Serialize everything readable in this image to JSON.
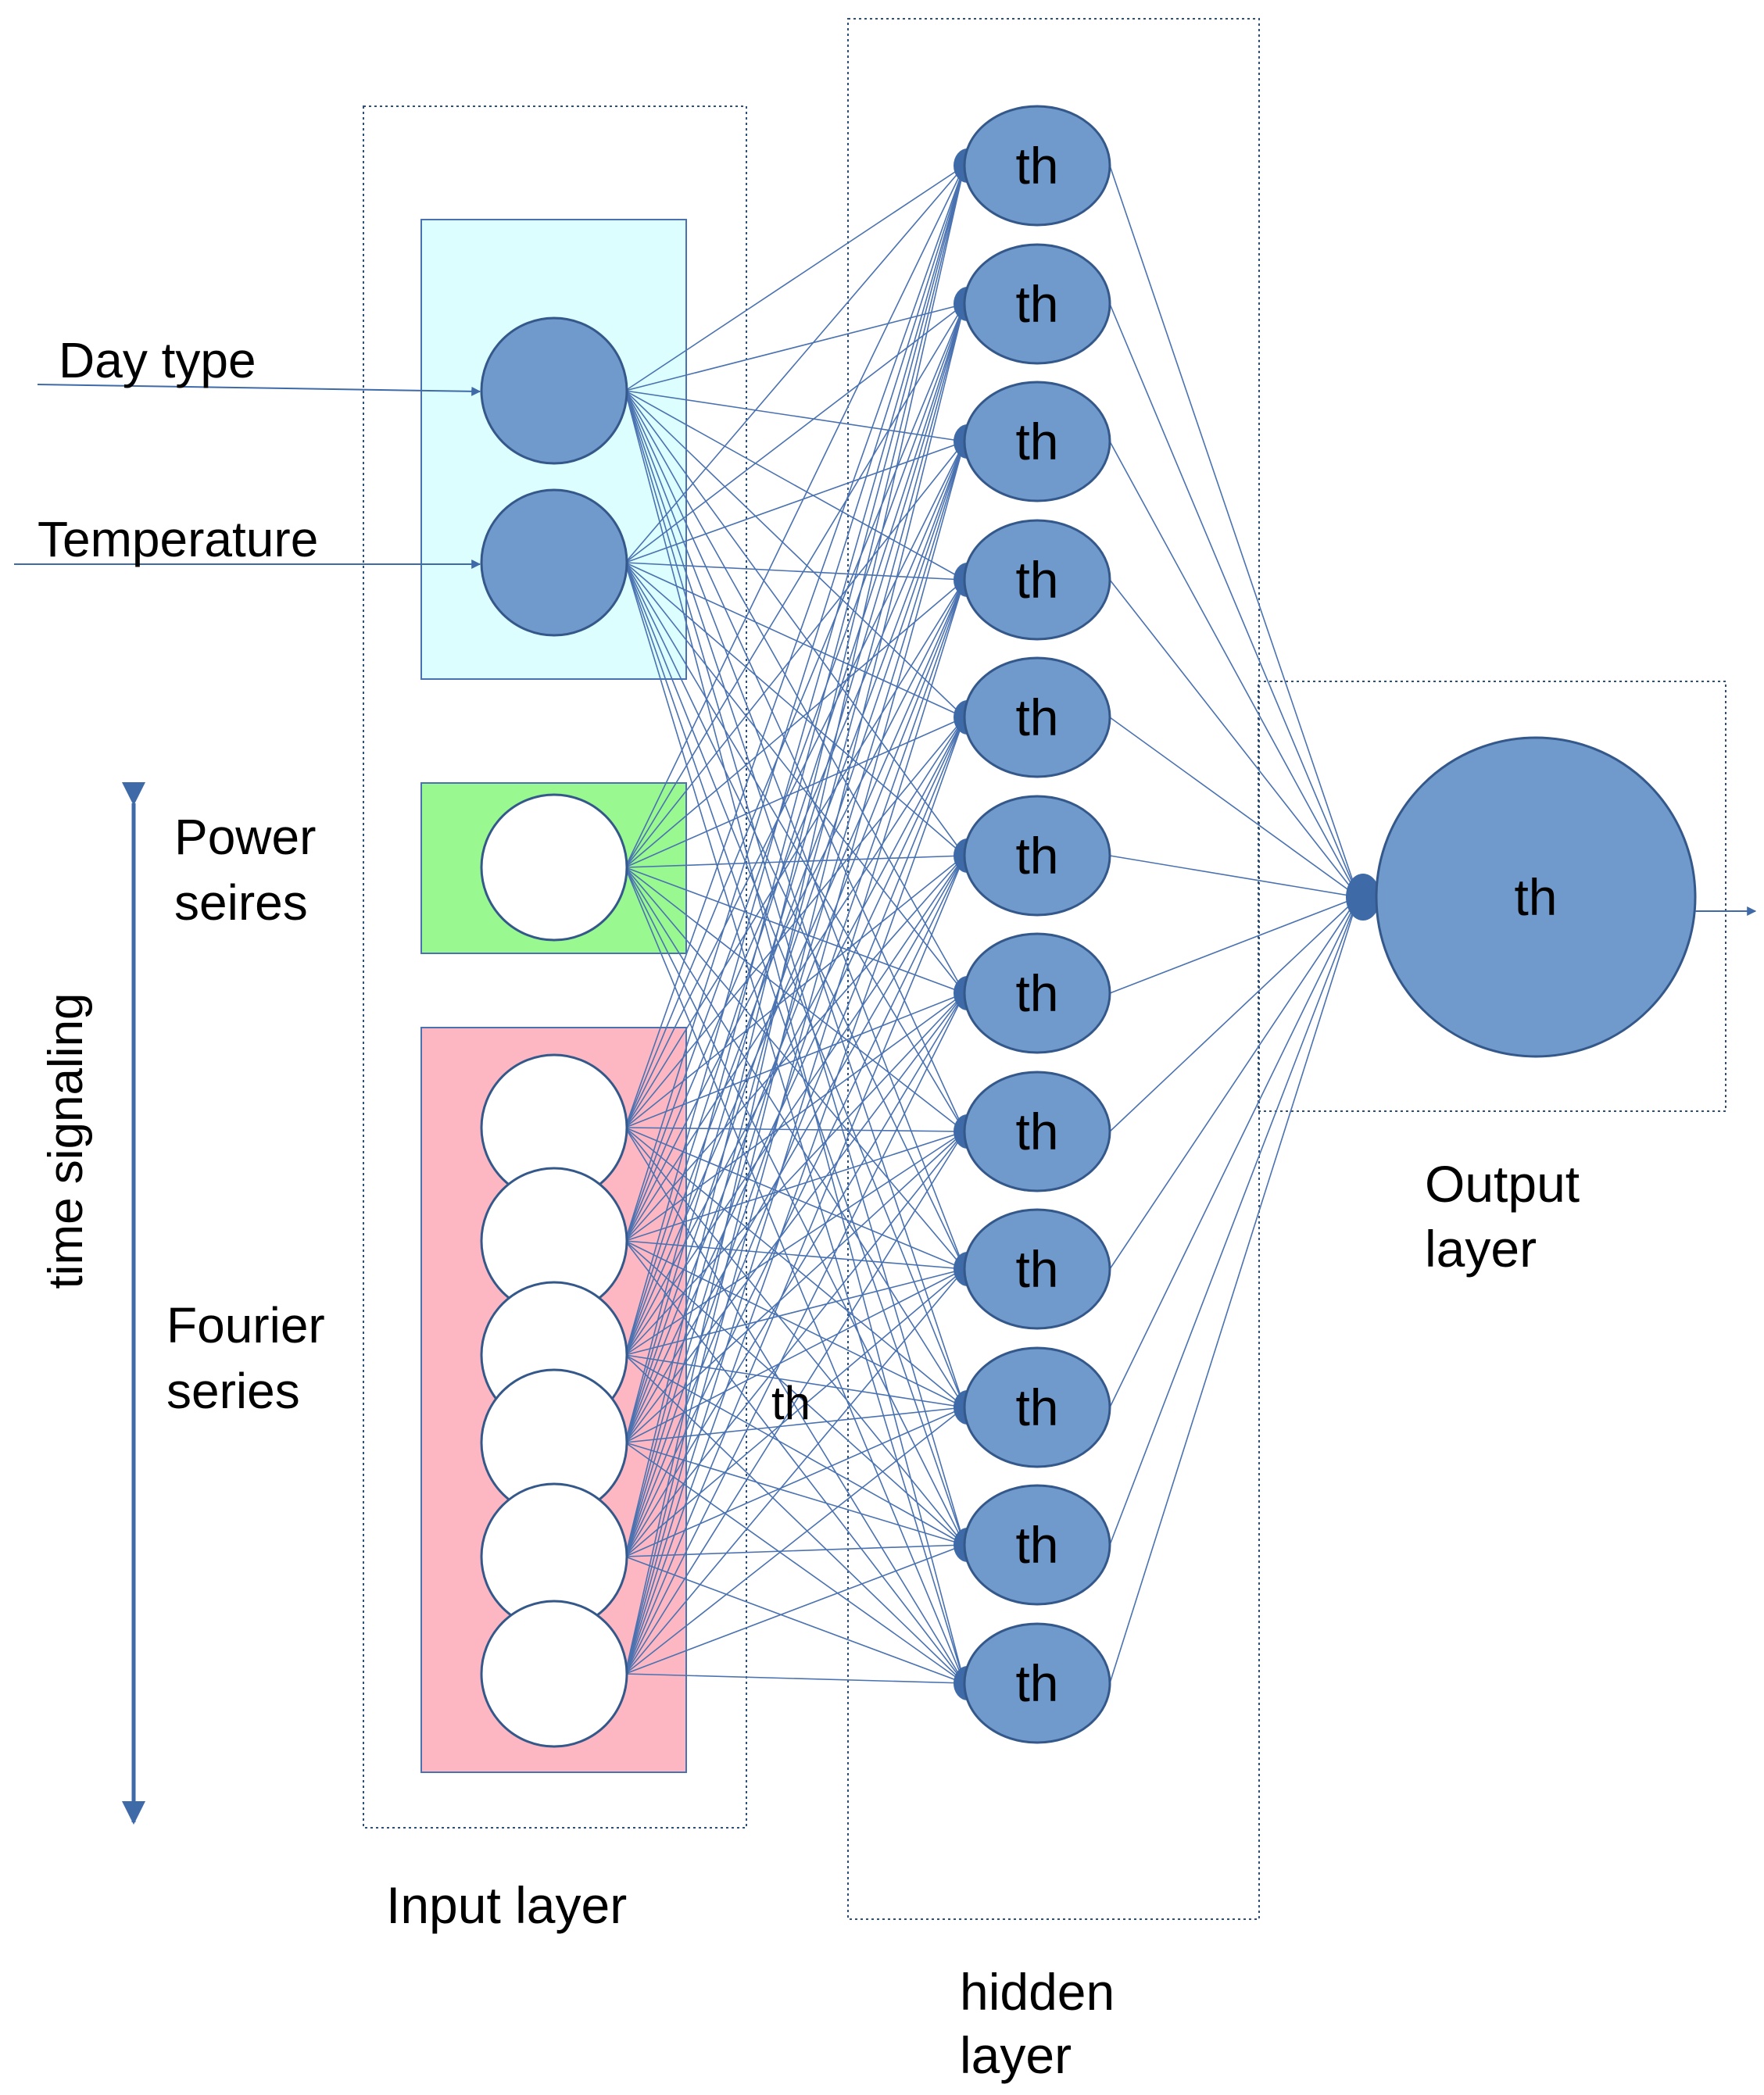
{
  "labels": {
    "day_type": "Day type",
    "temperature": "Temperature",
    "power_series_line1": "Power",
    "power_series_line2": "seires",
    "fourier_series_line1": "Fourier",
    "fourier_series_line2": "series",
    "time_signaling": "time signaling",
    "input_layer": "Input layer",
    "hidden_layer_line1": "hidden",
    "hidden_layer_line2": "layer",
    "output_layer_line1": "Output",
    "output_layer_line2": "layer",
    "stray_th": "th"
  },
  "hidden_layer": {
    "node_label": "th",
    "count": 12
  },
  "output_layer": {
    "node_label": "th"
  },
  "colors": {
    "neuron_fill": "#7099cc",
    "neuron_stroke": "#34588a",
    "edge": "#4a72b0",
    "arrow": "#3f6aa8",
    "frame": "#2e4f7a",
    "input_group_box": "#ddfefe",
    "power_series_box": "#99f990",
    "fourier_series_box": "#fdb7c2"
  }
}
